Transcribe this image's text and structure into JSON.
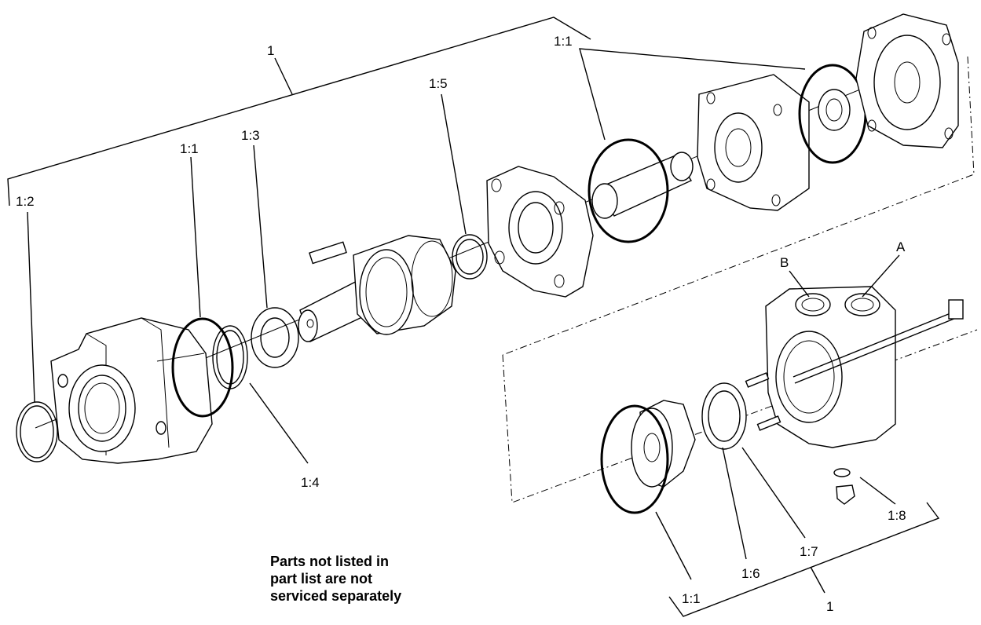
{
  "labels": {
    "group_top": "1",
    "oring_top_right": "1:1",
    "seal_1_5": "1:5",
    "oring_left": "1:1",
    "washer_1_3": "1:3",
    "ring_1_2": "1:2",
    "seal_1_4": "1:4",
    "port_b": "B",
    "port_a": "A",
    "oring_bottom": "1:1",
    "seal_1_6": "1:6",
    "seal_1_7": "1:7",
    "plug_1_8": "1:8",
    "group_bottom": "1"
  },
  "note": {
    "line1": "Parts not listed in",
    "line2": "part list are not",
    "line3": "serviced separately"
  }
}
